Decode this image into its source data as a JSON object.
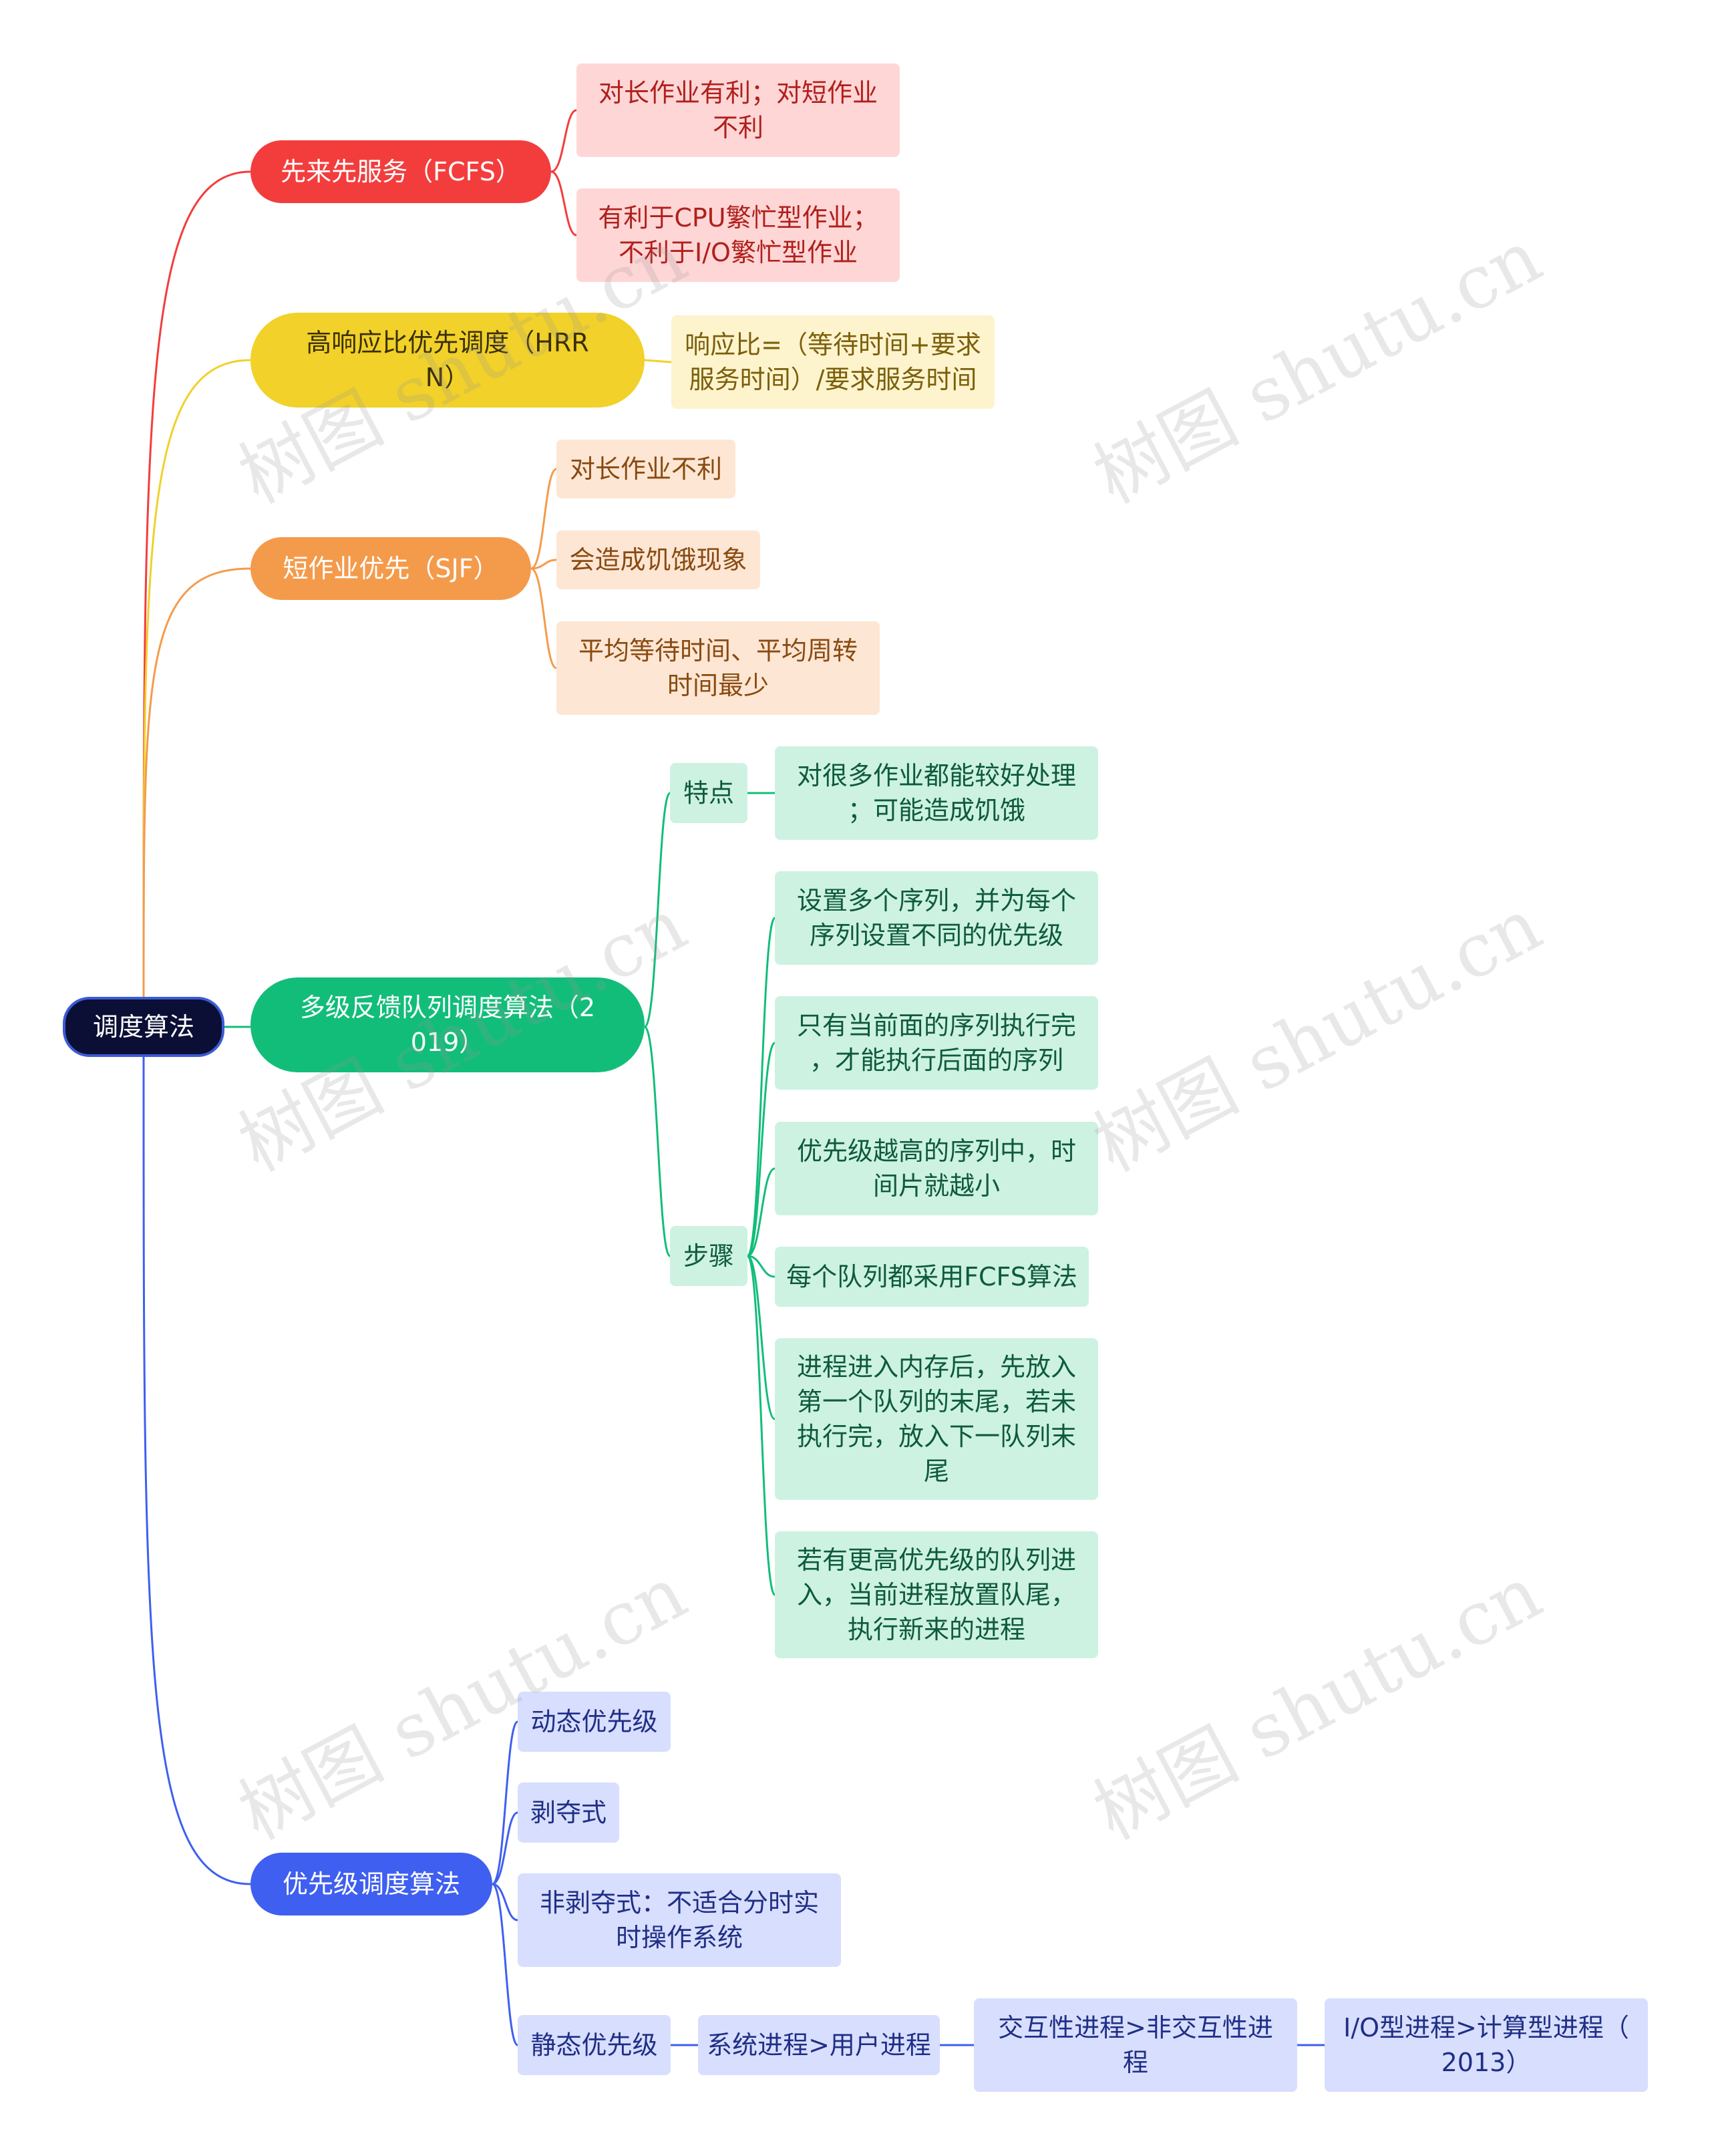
{
  "root": {
    "label": "调度算法"
  },
  "colors": {
    "fcfs": "#f33d3d",
    "fcfs_leaf": "#ffd6d6",
    "fcfs_leaf_text": "#b0201c",
    "hrrn": "#f1d12a",
    "hrrn_leaf": "#fdf3cd",
    "hrrn_leaf_text": "#7b5f0a",
    "sjf": "#f49b4b",
    "sjf_leaf": "#fde6d4",
    "sjf_leaf_text": "#8a4a10",
    "mlfq": "#12bd7a",
    "mlfq_leaf": "#cdf2e2",
    "mlfq_leaf_text": "#0e5a3c",
    "prio": "#3f5ff0",
    "prio_leaf": "#d8defd",
    "prio_leaf_text": "#1f2f86"
  },
  "branches": {
    "fcfs": {
      "label": "先来先服务（FCFS）",
      "items": [
        [
          "对长作业有利；对短作业",
          "不利"
        ],
        [
          "有利于CPU繁忙型作业；",
          "不利于I/O繁忙型作业"
        ]
      ]
    },
    "hrrn": {
      "label": [
        "高响应比优先调度（HRR",
        "N）"
      ],
      "items": [
        [
          "响应比=（等待时间+要求",
          "服务时间）/要求服务时间"
        ]
      ]
    },
    "sjf": {
      "label": "短作业优先（SJF）",
      "items": [
        [
          "对长作业不利"
        ],
        [
          "会造成饥饿现象"
        ],
        [
          "平均等待时间、平均周转",
          "时间最少"
        ]
      ]
    },
    "mlfq": {
      "label": [
        "多级反馈队列调度算法（2",
        "019）"
      ],
      "features": {
        "label": "特点",
        "items": [
          [
            "对很多作业都能较好处理",
            "；可能造成饥饿"
          ]
        ]
      },
      "steps": {
        "label": "步骤",
        "items": [
          [
            "设置多个序列，并为每个",
            "序列设置不同的优先级"
          ],
          [
            "只有当前面的序列执行完",
            "，才能执行后面的序列"
          ],
          [
            "优先级越高的序列中，时",
            "间片就越小"
          ],
          [
            "每个队列都采用FCFS算法"
          ],
          [
            "进程进入内存后，先放入",
            "第一个队列的末尾，若未",
            "执行完，放入下一队列末",
            "尾"
          ],
          [
            "若有更高优先级的队列进",
            "入，当前进程放置队尾，",
            "执行新来的进程"
          ]
        ]
      }
    },
    "prio": {
      "label": "优先级调度算法",
      "items": [
        [
          "动态优先级"
        ],
        [
          "剥夺式"
        ],
        [
          "非剥夺式：不适合分时实",
          "时操作系统"
        ],
        [
          "静态优先级"
        ]
      ],
      "chain": [
        [
          "系统进程>用户进程"
        ],
        [
          "交互性进程>非交互性进",
          "程"
        ],
        [
          "I/O型进程>计算型进程（",
          "2013）"
        ]
      ]
    }
  },
  "watermark": "树图 shutu.cn"
}
